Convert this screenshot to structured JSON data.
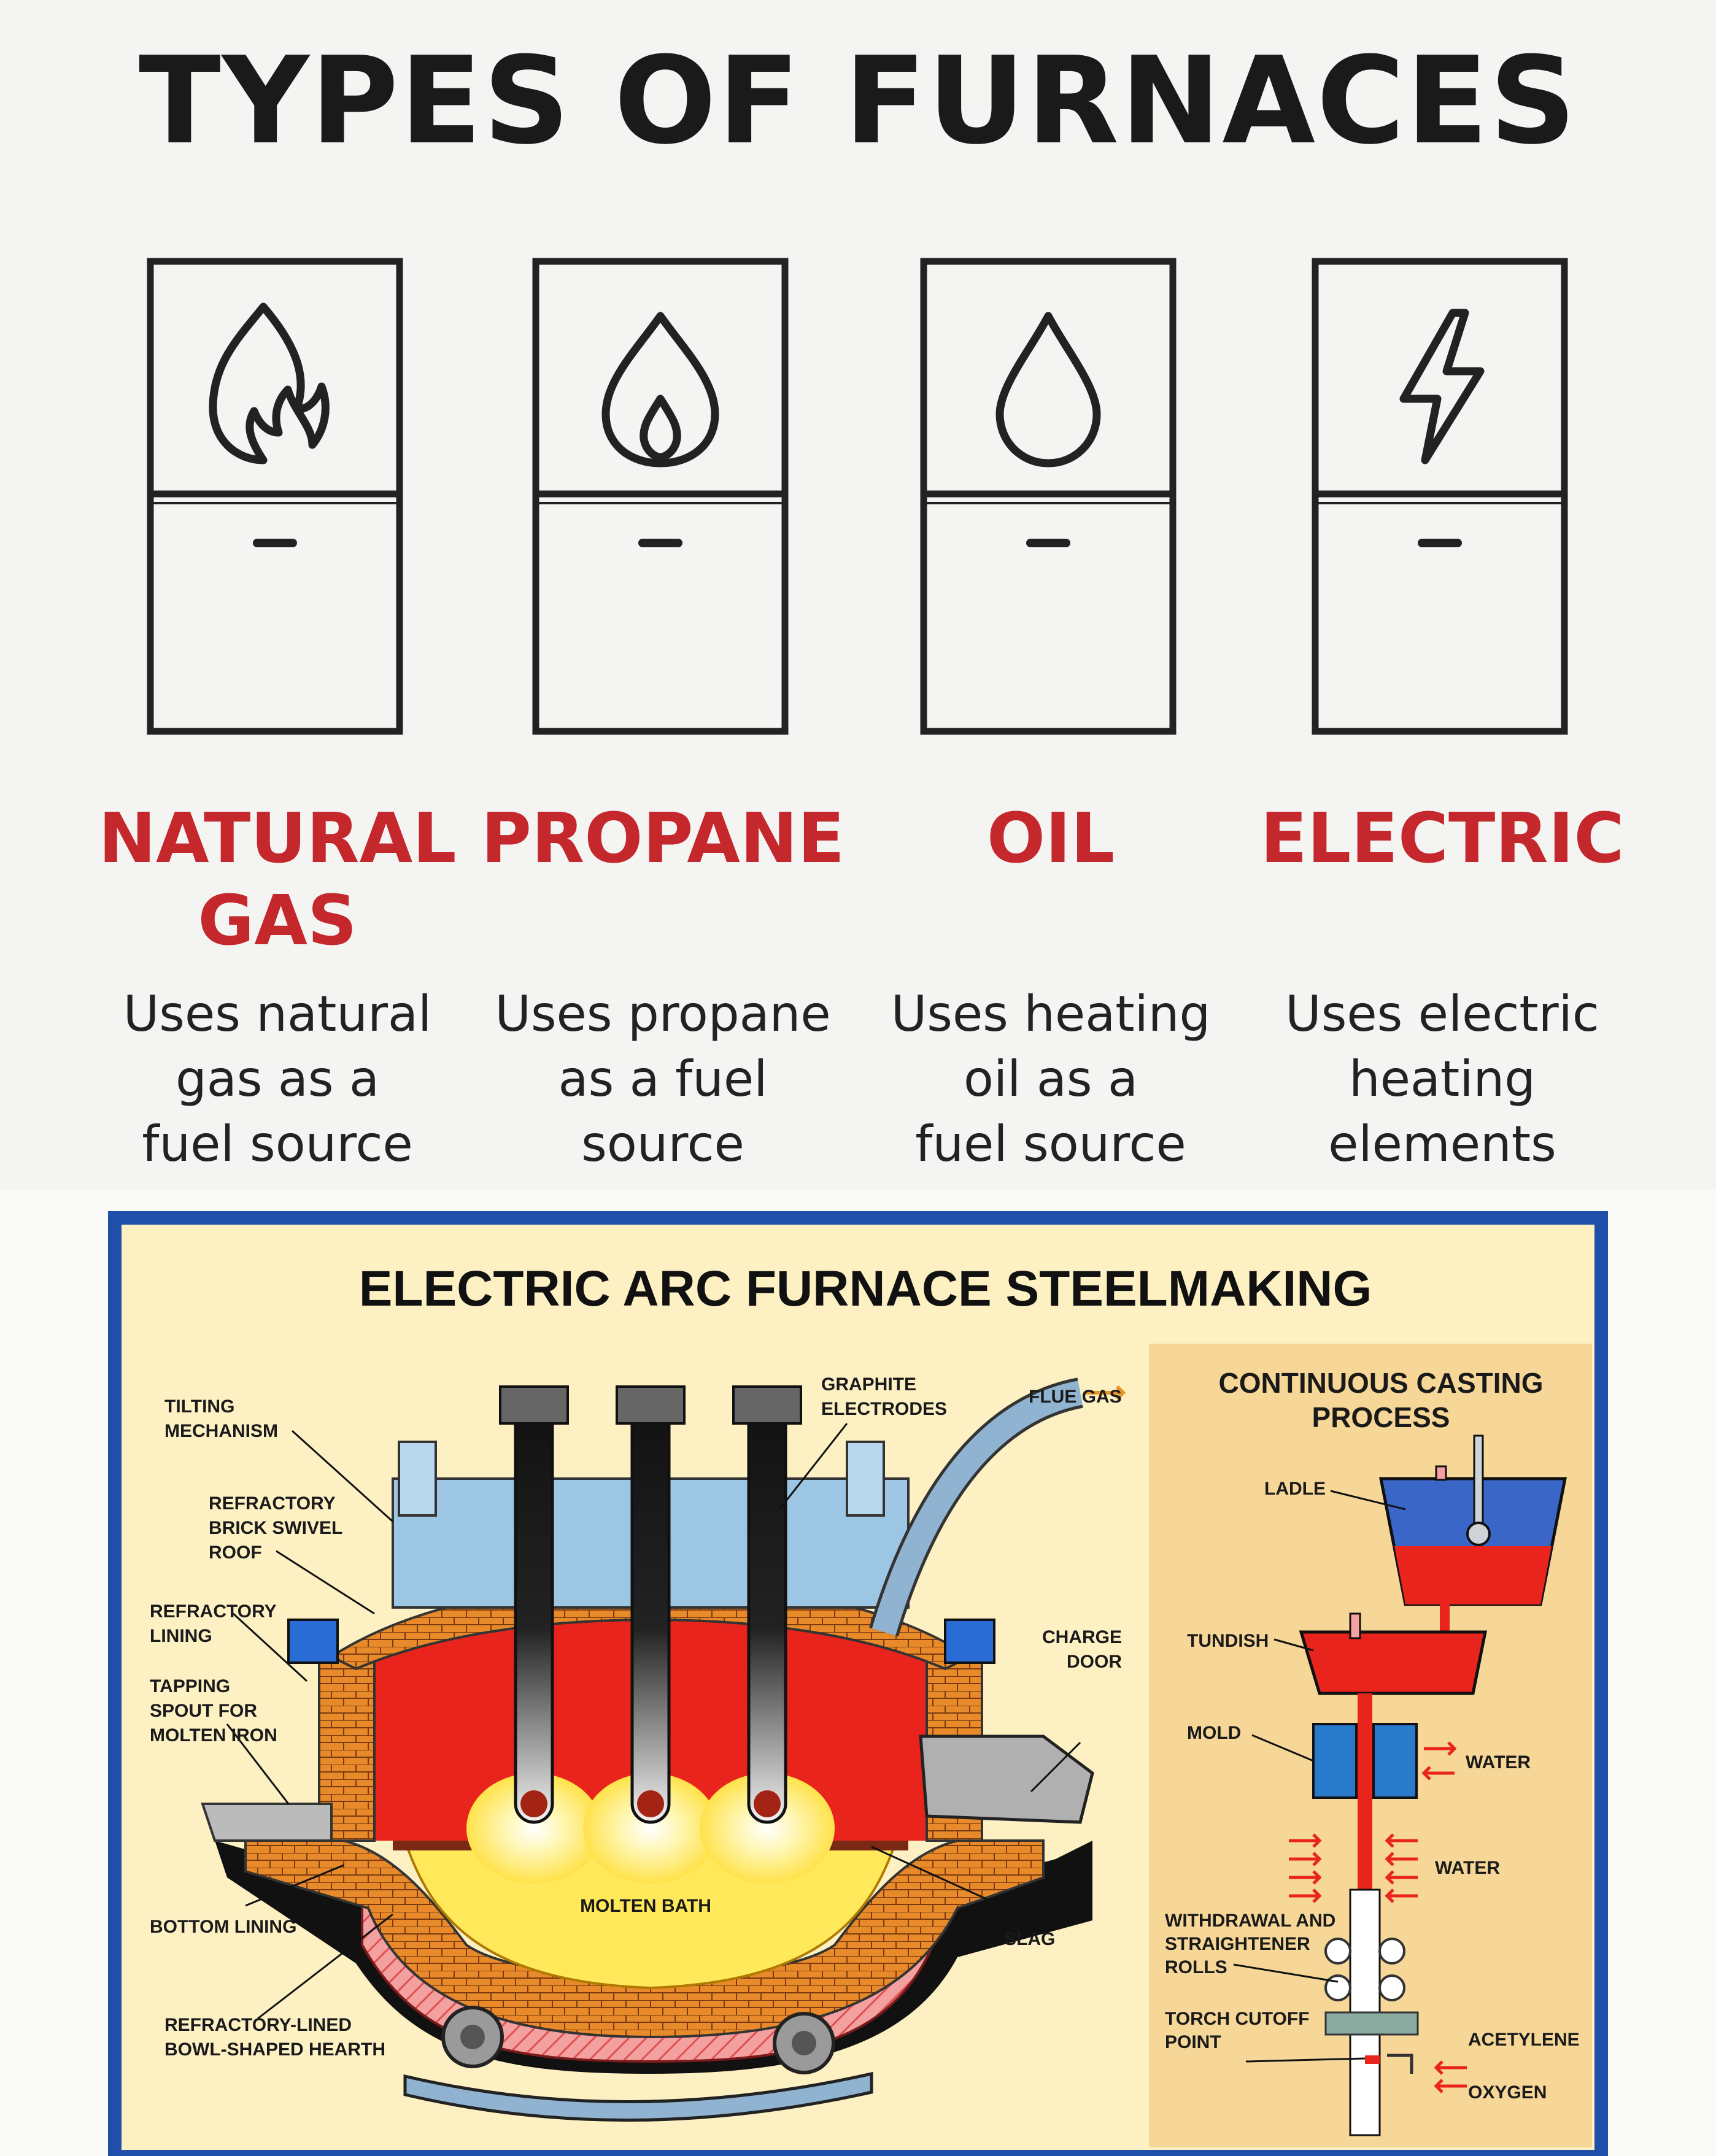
{
  "top": {
    "title": "TYPES OF FURNACES",
    "furnaces": [
      {
        "name_lines": [
          "NATURAL",
          "GAS"
        ],
        "desc_lines": [
          "Uses natural",
          "gas as a",
          "fuel source"
        ],
        "icon": "fire-icon"
      },
      {
        "name_lines": [
          "PROPANE"
        ],
        "desc_lines": [
          "Uses propane",
          "as a fuel",
          "source"
        ],
        "icon": "propane-flame-icon"
      },
      {
        "name_lines": [
          "OIL"
        ],
        "desc_lines": [
          "Uses heating",
          "oil as a",
          "fuel source"
        ],
        "icon": "oil-drop-icon"
      },
      {
        "name_lines": [
          "ELECTRIC"
        ],
        "desc_lines": [
          "Uses electric",
          "heating",
          "elements"
        ],
        "icon": "lightning-bolt-icon"
      }
    ]
  },
  "diagram": {
    "title": "ELECTRIC ARC FURNACE STEELMAKING",
    "labels": {
      "tilting": [
        "TILTING",
        "MECHANISM"
      ],
      "roof": [
        "REFRACTORY",
        "BRICK SWIVEL",
        "ROOF"
      ],
      "lining": [
        "REFRACTORY",
        "LINING"
      ],
      "tapping": [
        "TAPPING",
        "SPOUT FOR",
        "MOLTEN IRON"
      ],
      "bottom_lining": [
        "BOTTOM LINING"
      ],
      "hearth": [
        "REFRACTORY-LINED",
        "BOWL-SHAPED HEARTH"
      ],
      "electrodes": [
        "GRAPHITE",
        "ELECTRODES"
      ],
      "flue": [
        "FLUE GAS"
      ],
      "charge": [
        "CHARGE",
        "DOOR"
      ],
      "molten": [
        "MOLTEN BATH"
      ],
      "slag": [
        "SLAG"
      ]
    },
    "casting": {
      "title_lines": [
        "CONTINUOUS CASTING",
        "PROCESS"
      ],
      "labels": {
        "ladle": [
          "LADLE"
        ],
        "tundish": [
          "TUNDISH"
        ],
        "mold": [
          "MOLD"
        ],
        "water1": [
          "WATER"
        ],
        "water2": [
          "WATER"
        ],
        "rolls": [
          "WITHDRAWAL AND",
          "STRAIGHTENER",
          "ROLLS"
        ],
        "torch": [
          "TORCH CUTOFF",
          "POINT"
        ],
        "acetylene": [
          "ACETYLENE"
        ],
        "oxygen": [
          "OXYGEN"
        ]
      }
    },
    "colors": {
      "frame": "#1f4fa8",
      "panel": "#fdf1c4",
      "side_panel": "#f6d797",
      "brick": "#e88a2a",
      "flame": "#e8241c",
      "title_red": "#c5282c"
    }
  }
}
